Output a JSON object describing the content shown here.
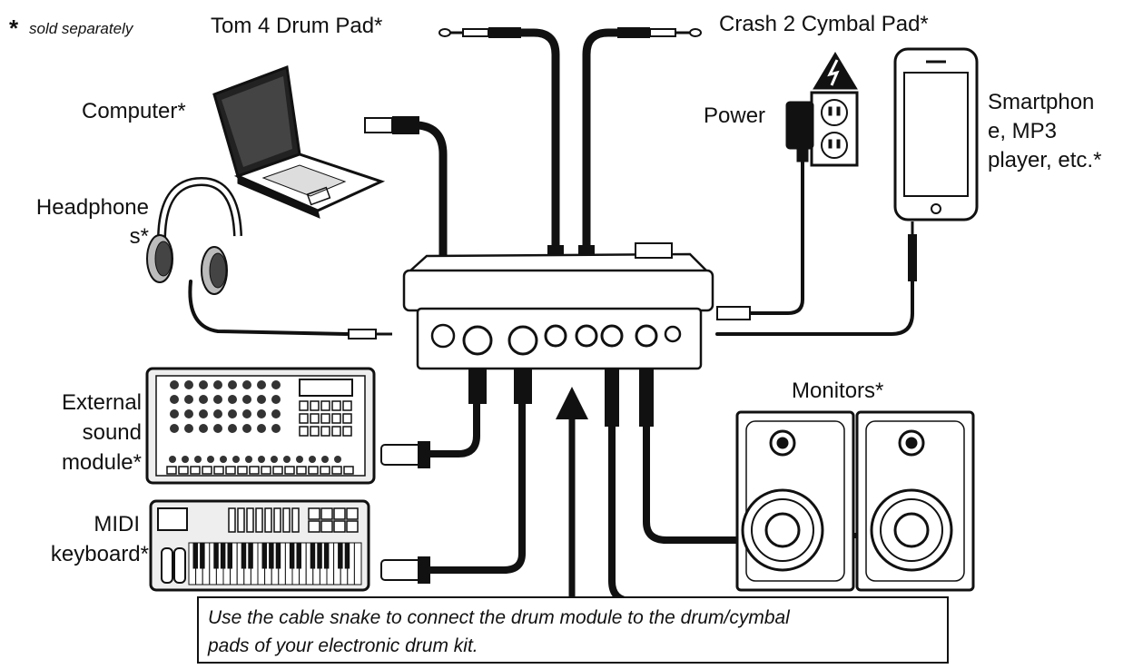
{
  "labels": {
    "sold_separately_star": "*",
    "sold_separately": "sold separately",
    "tom4": "Tom 4 Drum Pad*",
    "crash2": "Crash 2 Cymbal Pad*",
    "computer": "Computer*",
    "power": "Power",
    "smartphone": [
      "Smartphon",
      "e, MP3",
      "player, etc.*"
    ],
    "headphones": [
      "Headphone",
      "s*"
    ],
    "external_module": [
      "External",
      "sound",
      "module*"
    ],
    "midi_keyboard": [
      "MIDI",
      "keyboard*"
    ],
    "monitors": "Monitors*"
  },
  "callout": {
    "lines": [
      "Use the cable snake to connect the drum module to the drum/cymbal",
      "pads of your electronic drum kit."
    ]
  },
  "icons": {
    "warning": "warning-icon",
    "outlet": "power-outlet-icon"
  }
}
